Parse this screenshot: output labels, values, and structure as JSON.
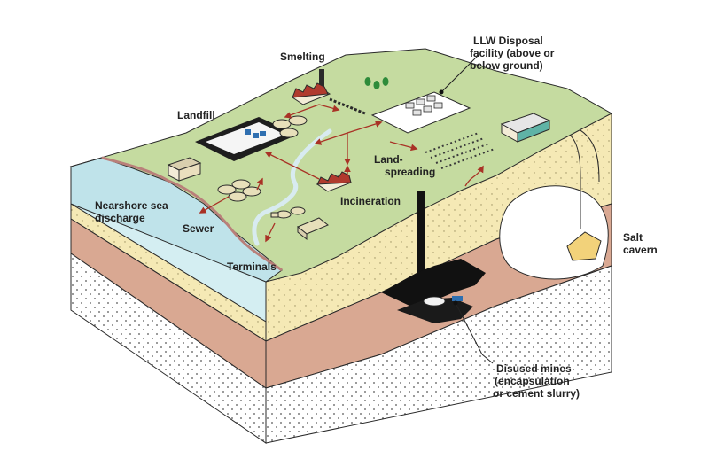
{
  "labels": {
    "smelting": "Smelting",
    "llw_line1": "LLW Disposal",
    "llw_line2": "facility (above or",
    "llw_line3": "below ground)",
    "landfill": "Landfill",
    "landspreading_line1": "Land-",
    "landspreading_line2": "spreading",
    "nearshore_line1": "Nearshore sea",
    "nearshore_line2": "discharge",
    "sewer": "Sewer",
    "incineration": "Incineration",
    "terminals": "Terminals",
    "salt_line1": "Salt",
    "salt_line2": "cavern",
    "mines_line1": "Disused mines",
    "mines_line2": "(encapsulation",
    "mines_line3": "or cement slurry)"
  },
  "colors": {
    "grass": "#c5dba0",
    "sand": "#f5e9b5",
    "clay": "#d9a892",
    "stipple": "#ffffff",
    "sea_top": "#bfe3ea",
    "sea_side": "#d4eef2",
    "arrow": "#a93226",
    "building_roof": "#b03a2e",
    "building_wall": "#f3ecd7",
    "tank": "#e7dfba",
    "outline": "#2a2a2a",
    "blue_drum": "#2f6fb0",
    "tree": "#2e8b3a"
  }
}
